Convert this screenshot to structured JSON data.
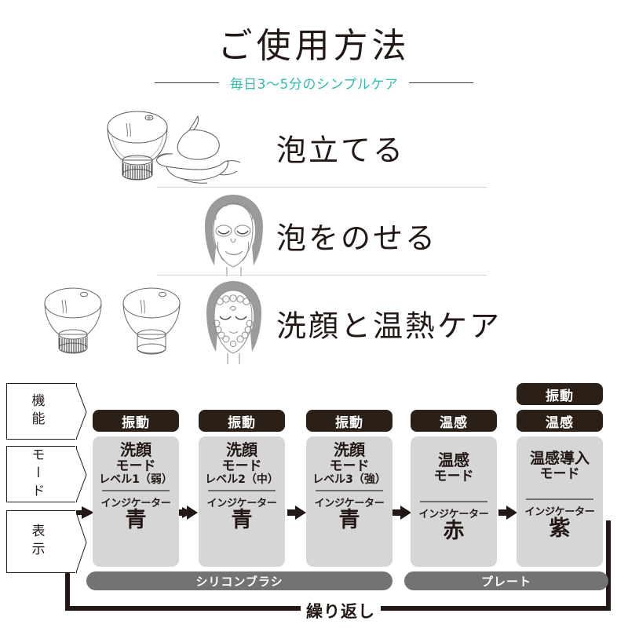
{
  "header": {
    "title": "ご使用方法",
    "subtitle": "毎日3〜5分のシンプルケア",
    "accent_color": "#2fbdb0"
  },
  "steps": [
    {
      "label": "泡立てる",
      "art": "device-and-hand-with-foam-illustration"
    },
    {
      "label": "泡をのせる",
      "art": "face-with-foam-illustration"
    },
    {
      "label": "洗顔と温熱ケア",
      "art": "two-devices-and-face-massage-illustration"
    }
  ],
  "diagram": {
    "row_labels": [
      {
        "key": "function",
        "text": "機能"
      },
      {
        "key": "mode",
        "text": "モード"
      },
      {
        "key": "display",
        "text": "表示"
      }
    ],
    "indicator_caption": "インジケーター",
    "columns": [
      {
        "functions": [
          "振動"
        ],
        "mode_name": "洗顔",
        "mode_sub": "モード",
        "mode_level": "レベル1（弱）",
        "indicator_label": "インジケーター",
        "indicator_color_name": "青"
      },
      {
        "functions": [
          "振動"
        ],
        "mode_name": "洗顔",
        "mode_sub": "モード",
        "mode_level": "レベル2（中）",
        "indicator_label": "インジケーター",
        "indicator_color_name": "青"
      },
      {
        "functions": [
          "振動"
        ],
        "mode_name": "洗顔",
        "mode_sub": "モード",
        "mode_level": "レベル3（強）",
        "indicator_label": "インジケーター",
        "indicator_color_name": "青"
      },
      {
        "functions": [
          "温感"
        ],
        "mode_name": "温感",
        "mode_sub": "モード",
        "mode_level": "",
        "indicator_label": "インジケーター",
        "indicator_color_name": "赤"
      },
      {
        "functions": [
          "振動",
          "温感"
        ],
        "mode_name": "温感導入",
        "mode_sub": "モード",
        "mode_level": "",
        "indicator_label": "インジケーター",
        "indicator_color_name": "紫"
      }
    ],
    "attachments": [
      {
        "label": "シリコンブラシ",
        "spans": "columns-1-3"
      },
      {
        "label": "プレート",
        "spans": "columns-4-5"
      }
    ],
    "loop_label": "繰り返し",
    "badge_bg": "#2b2017",
    "mode_bg": "#d6d6d6",
    "pill_bg": "#737373"
  }
}
